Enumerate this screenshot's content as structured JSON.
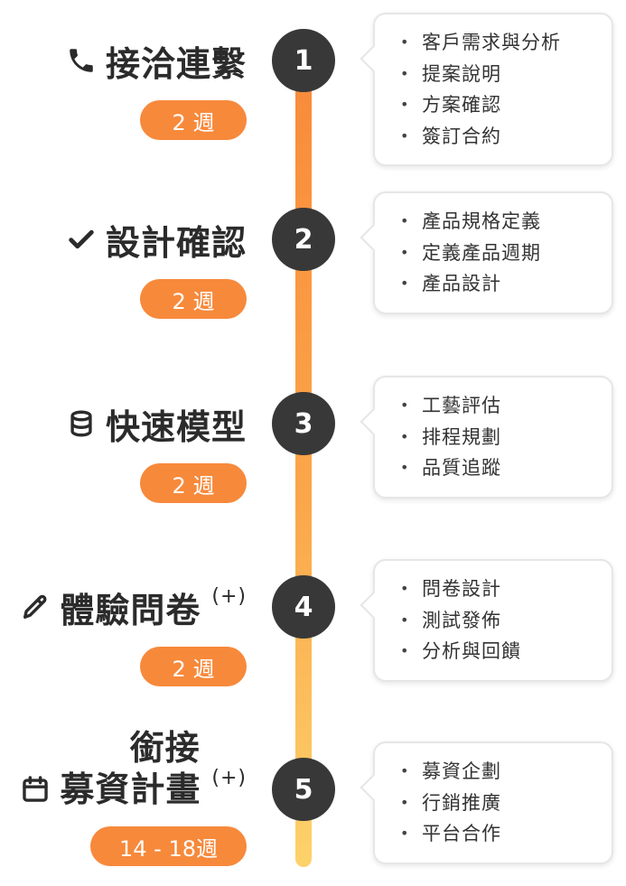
{
  "steps": [
    {
      "number": "1",
      "title": "接洽連繫",
      "suffix": "",
      "icon": "phone-icon",
      "duration": "2 週",
      "items": [
        "客戶需求與分析",
        "提案說明",
        "方案確認",
        "簽訂合約"
      ]
    },
    {
      "number": "2",
      "title": "設計確認",
      "suffix": "",
      "icon": "check-icon",
      "duration": "2 週",
      "items": [
        "產品規格定義",
        "定義產品週期",
        "產品設計"
      ]
    },
    {
      "number": "3",
      "title": "快速模型",
      "suffix": "",
      "icon": "cylinder-icon",
      "duration": "2 週",
      "items": [
        "工藝評估",
        "排程規劃",
        "品質追蹤"
      ]
    },
    {
      "number": "4",
      "title": "體驗問卷",
      "suffix": "(+)",
      "icon": "pencil-icon",
      "duration": "2 週",
      "items": [
        "問卷設計",
        "測試發佈",
        "分析與回饋"
      ]
    },
    {
      "number": "5",
      "title_line1": "銜接",
      "title": "募資計畫",
      "suffix": "(+)",
      "icon": "calendar-icon",
      "duration": "14 - 18週",
      "items": [
        "募資企劃",
        "行銷推廣",
        "平台合作"
      ]
    }
  ],
  "colors": {
    "accent": "#f7893b",
    "circle": "#383838",
    "track_top": "#f8893a",
    "track_bottom": "#fdd26b"
  }
}
